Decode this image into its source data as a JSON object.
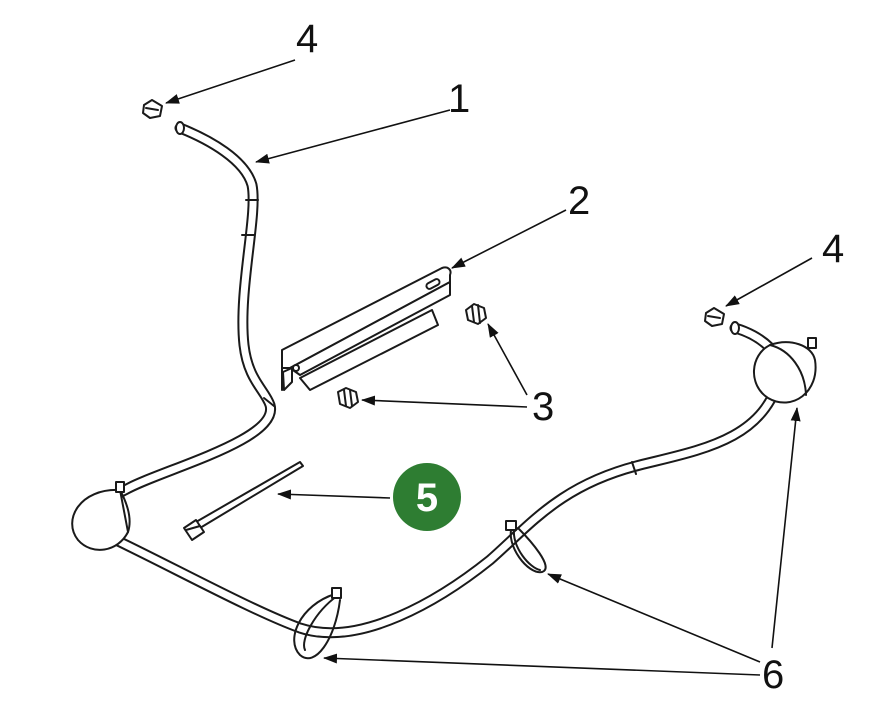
{
  "callouts": [
    {
      "id": "hose",
      "label": "1"
    },
    {
      "id": "bracket",
      "label": "2"
    },
    {
      "id": "bolt",
      "label": "3"
    },
    {
      "id": "clamp-left",
      "label": "4"
    },
    {
      "id": "clamp-right",
      "label": "4"
    },
    {
      "id": "cable-tie",
      "label": "5"
    },
    {
      "id": "loop-clamps",
      "label": "6"
    }
  ],
  "colors": {
    "line": "#1a1a1a",
    "badge": "#2e7d32",
    "badge_text": "#ffffff"
  }
}
